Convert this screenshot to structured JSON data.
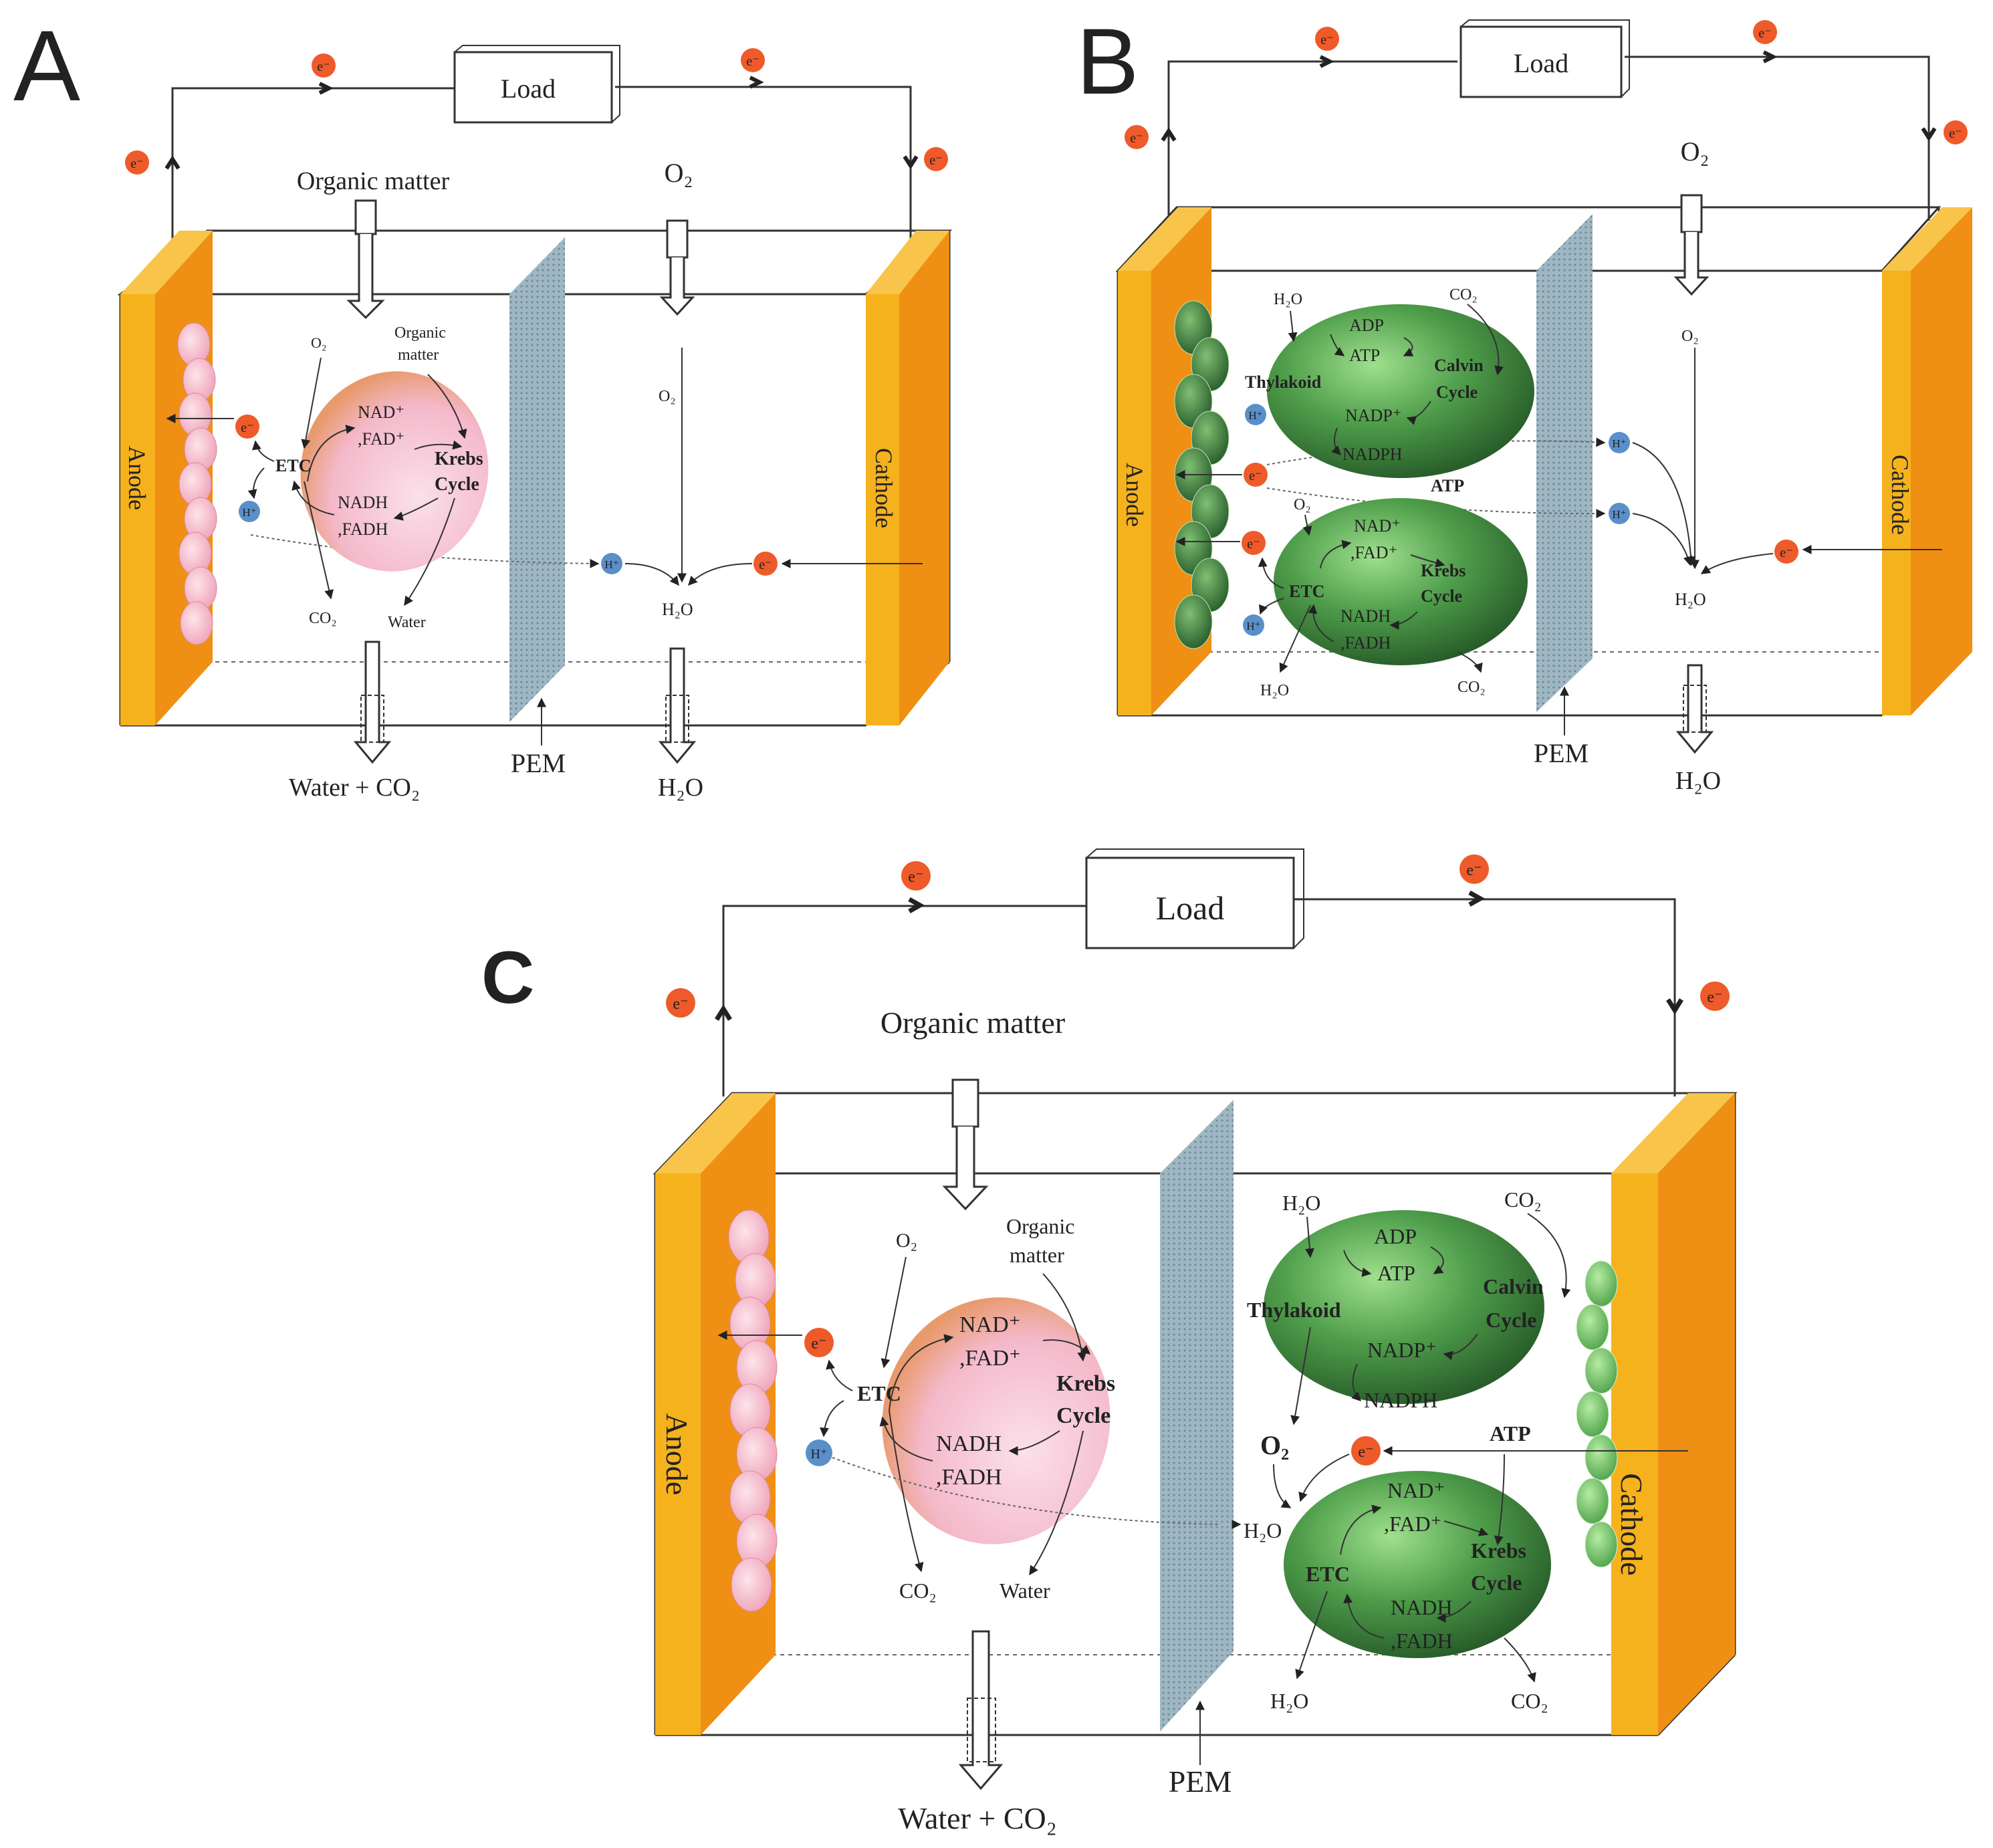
{
  "colors": {
    "electrode_front": "#f6b21c",
    "electrode_side": "#ef8f14",
    "electron": "#ee5a2a",
    "proton": "#5b8fc9",
    "membrane": "#8fa8b3",
    "bacteria": "#f7c8d3",
    "algae_dark": "#2f6d32",
    "algae_light": "#8ed47e",
    "line": "#333333"
  },
  "icons": {
    "electron": "orange-circle",
    "proton": "blue-circle",
    "inflow": "hollow-down-arrow"
  },
  "panels": {
    "A": {
      "letter": "A",
      "load": "Load",
      "electron": "e⁻",
      "proton": "H⁺",
      "anode": "Anode",
      "cathode": "Cathode",
      "pem": "PEM",
      "inlet_anode": "Organic matter",
      "inlet_cathode": "O₂",
      "outlet_anode": "Water + CO₂",
      "outlet_cathode": "H₂O",
      "cathode_o2": "O₂",
      "cathode_h2o": "H₂O",
      "cell": {
        "o2": "O₂",
        "organic_line1": "Organic",
        "organic_line2": "matter",
        "nad": "NAD⁺",
        "fad": ",FAD⁺",
        "etc": "ETC",
        "krebs1": "Krebs",
        "krebs2": "Cycle",
        "nadh": "NADH",
        "fadh": ",FADH",
        "co2": "CO₂",
        "water": "Water"
      }
    },
    "B": {
      "letter": "B",
      "load": "Load",
      "electron": "e⁻",
      "proton": "H⁺",
      "anode": "Anode",
      "cathode": "Cathode",
      "pem": "PEM",
      "inlet_cathode": "O₂",
      "outlet_cathode": "H₂O",
      "cathode_o2": "O₂",
      "cathode_h2o": "H₂O",
      "algae_top": {
        "h2o": "H₂O",
        "co2": "CO₂",
        "adp": "ADP",
        "atp": "ATP",
        "thylakoid": "Thylakoid",
        "calvin1": "Calvin",
        "calvin2": "Cycle",
        "nadp": "NADP⁺",
        "nadph": "NADPH"
      },
      "mid": {
        "atp": "ATP",
        "o2": "O₂"
      },
      "algae_bottom": {
        "nad": "NAD⁺",
        "fad": ",FAD⁺",
        "etc": "ETC",
        "krebs1": "Krebs",
        "krebs2": "Cycle",
        "nadh": "NADH",
        "fadh": ",FADH",
        "h2o": "H₂O",
        "co2": "CO₂"
      }
    },
    "C": {
      "letter": "C",
      "load": "Load",
      "electron": "e⁻",
      "proton": "H⁺",
      "anode": "Anode",
      "cathode": "Cathode",
      "pem": "PEM",
      "inlet_anode": "Organic matter",
      "outlet_anode": "Water + CO₂",
      "cell": {
        "o2": "O₂",
        "organic_line1": "Organic",
        "organic_line2": "matter",
        "nad": "NAD⁺",
        "fad": ",FAD⁺",
        "etc": "ETC",
        "krebs1": "Krebs",
        "krebs2": "Cycle",
        "nadh": "NADH",
        "fadh": ",FADH",
        "co2": "CO₂",
        "water": "Water"
      },
      "algae_top": {
        "h2o": "H₂O",
        "co2": "CO₂",
        "adp": "ADP",
        "atp": "ATP",
        "thylakoid": "Thylakoid",
        "calvin1": "Calvin",
        "calvin2": "Cycle",
        "nadp": "NADP⁺",
        "nadph": "NADPH"
      },
      "mid": {
        "o2": "O₂",
        "atp": "ATP",
        "h2o": "H₂O"
      },
      "algae_bottom": {
        "nad": "NAD⁺",
        "fad": ",FAD⁺",
        "etc": "ETC",
        "krebs1": "Krebs",
        "krebs2": "Cycle",
        "nadh": "NADH",
        "fadh": ",FADH",
        "h2o": "H₂O",
        "co2": "CO₂"
      }
    }
  }
}
